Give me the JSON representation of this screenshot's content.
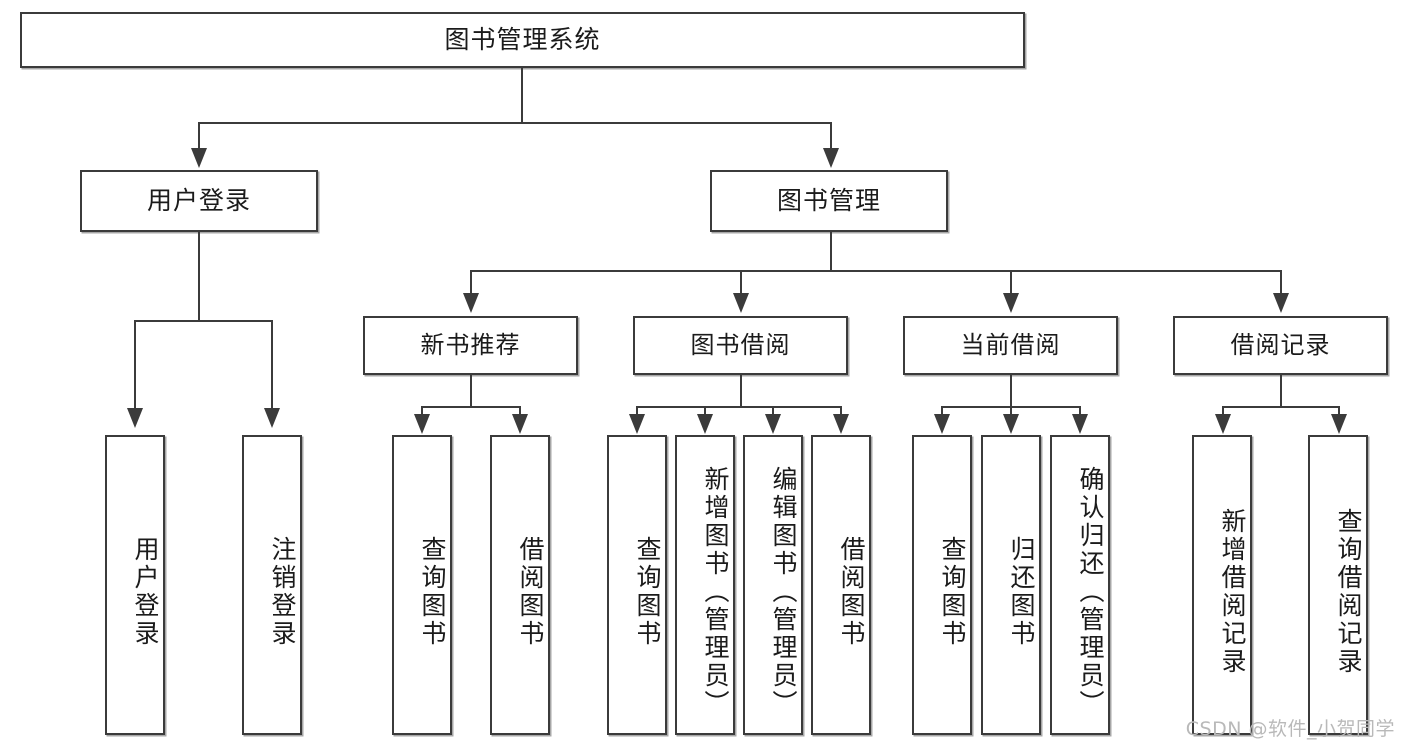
{
  "diagram": {
    "title": "图书管理系统",
    "watermark": "CSDN @软件_小贺同学",
    "colors": {
      "stroke": "#3b3b3b",
      "text": "#1b1b1b",
      "background": "#ffffff",
      "watermark": "#b9b9b9"
    },
    "root": {
      "label": "图书管理系统"
    },
    "level2": [
      {
        "label": "用户登录"
      },
      {
        "label": "图书管理"
      }
    ],
    "level3": [
      {
        "label": "新书推荐"
      },
      {
        "label": "图书借阅"
      },
      {
        "label": "当前借阅"
      },
      {
        "label": "借阅记录"
      }
    ],
    "leaves": {
      "user_login": [
        {
          "label": "用户登录"
        },
        {
          "label": "注销登录"
        }
      ],
      "new_book_recommend": [
        {
          "label": "查询图书"
        },
        {
          "label": "借阅图书"
        }
      ],
      "book_borrow": [
        {
          "label": "查询图书"
        },
        {
          "label": "新增图书（管理员）"
        },
        {
          "label": "编辑图书（管理员）"
        },
        {
          "label": "借阅图书"
        }
      ],
      "current_borrow": [
        {
          "label": "查询图书"
        },
        {
          "label": "归还图书"
        },
        {
          "label": "确认归还（管理员）"
        }
      ],
      "borrow_records": [
        {
          "label": "新增借阅记录"
        },
        {
          "label": "查询借阅记录"
        }
      ]
    }
  }
}
